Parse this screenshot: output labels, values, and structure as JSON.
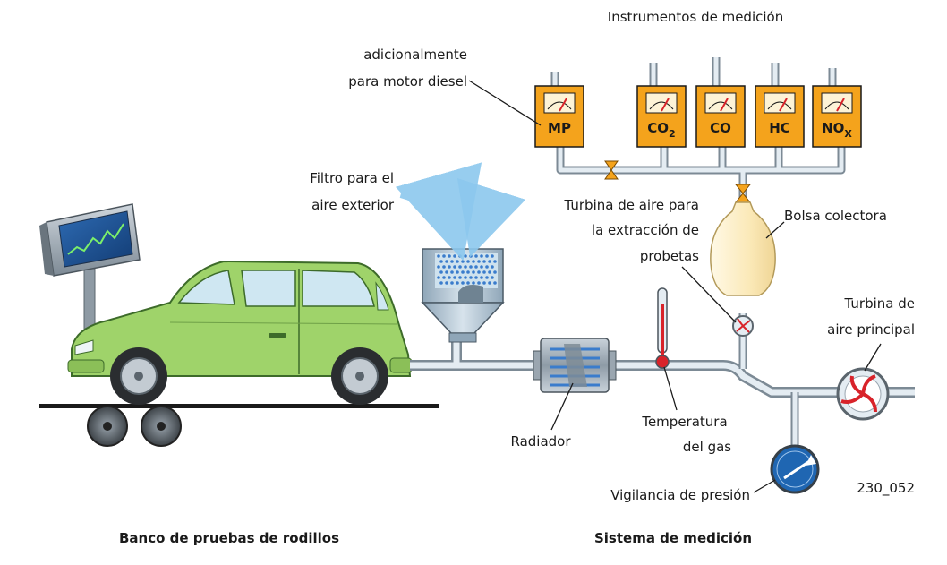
{
  "labels": {
    "instruments_title": "Instrumentos de medición",
    "diesel_line1": "adicionalmente",
    "diesel_line2": "para motor diesel",
    "filter_line1": "Filtro para el",
    "filter_line2": "aire exterior",
    "sampling_line1": "Turbina de aire para",
    "sampling_line2": "la extracción de",
    "sampling_line3": "probetas",
    "bag": "Bolsa colectora",
    "main_turbine_line1": "Turbina de",
    "main_turbine_line2": "aire principal",
    "radiator": "Radiador",
    "temp_line1": "Temperatura",
    "temp_line2": "del gas",
    "pressure": "Vigilancia de presión",
    "figure_id": "230_052",
    "roller_bench": "Banco de pruebas de rodillos",
    "measurement_system": "Sistema de medición"
  },
  "instruments": [
    {
      "name": "MP",
      "sub": ""
    },
    {
      "name": "CO",
      "sub": "2"
    },
    {
      "name": "CO",
      "sub": ""
    },
    {
      "name": "HC",
      "sub": ""
    },
    {
      "name": "NO",
      "sub": "X"
    }
  ],
  "colors": {
    "instrument_orange": "#f4a31c",
    "car_green": "#9fd36a",
    "pipe_grey": "#7c8a95",
    "pipe_light": "#e4ecf2",
    "pressure_blue": "#1f66b2",
    "turbine_red": "#d8232a",
    "air_arrow": "#8cc8ee"
  }
}
